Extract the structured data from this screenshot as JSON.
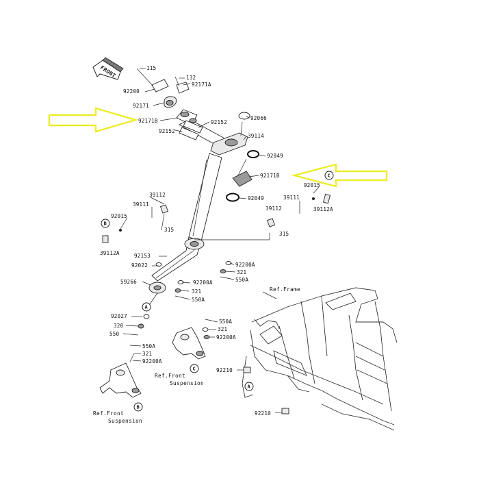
{
  "front_badge": "FRONT",
  "reference_labels": {
    "frame": "Ref.Frame",
    "front_suspension_left": [
      "Ref.Front",
      "Suspension"
    ],
    "front_suspension_right": [
      "Ref.Front",
      "Suspension"
    ]
  },
  "callout_letters": [
    "A",
    "B",
    "C"
  ],
  "highlight_color": "#ecec2b",
  "part_numbers": {
    "p115": "115",
    "p132": "132",
    "p92200_top": "92200",
    "p92171A_top": "92171A",
    "p92171_top": "92171",
    "p92171B_left": "92171B",
    "p92152_right": "92152",
    "p92152_left": "92152",
    "p92066": "92066",
    "p39114": "39114",
    "p92049_top": "92049",
    "p92171B_right": "92171B",
    "p92049_bot": "92049",
    "p92015_right": "92015",
    "p39111_right": "39111",
    "p39112A_right": "39112A",
    "p39112_right": "39112",
    "p315_right": "315",
    "p39112_left": "39112",
    "p39111_left": "39111",
    "p92015_left": "92015",
    "p315_left": "315",
    "p39112A_left": "39112A",
    "p92153": "92153",
    "p92022": "92022",
    "p59266": "59266",
    "p92200A_a": "92200A",
    "p321_a": "321",
    "p550A_a": "550A",
    "p92200A_b": "92200A",
    "p321_b": "321",
    "p550A_b": "550A",
    "p92027": "92027",
    "p320": "320",
    "p550": "550",
    "p550A_c": "550A",
    "p321_c": "321",
    "p92200A_c": "92200A",
    "p550A_d": "550A",
    "p321_d": "321",
    "p92200A_d": "92200A",
    "p92210_top": "92210",
    "p92210_bot": "92210"
  }
}
